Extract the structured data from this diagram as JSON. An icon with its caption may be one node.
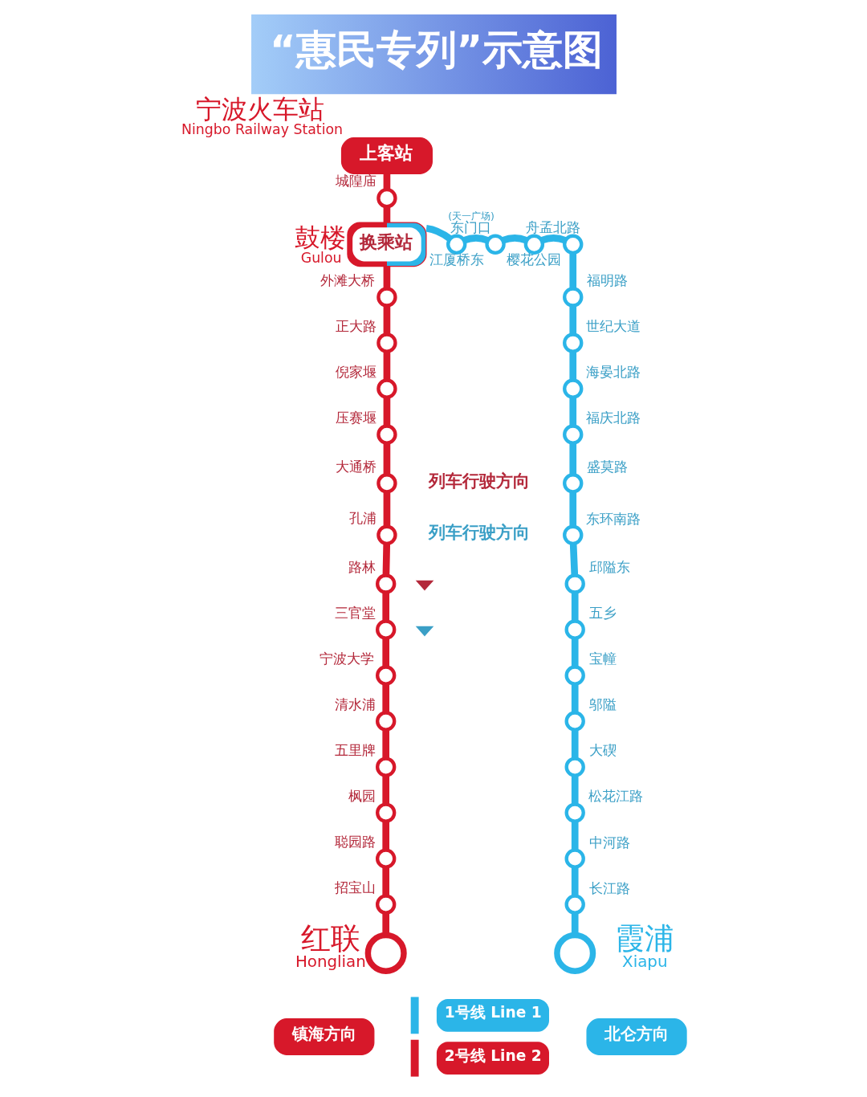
{
  "diagram": {
    "title": "“惠民专列”示意图",
    "nodes": [
      {
        "text": [
          "上客站"
        ],
        "beside": [
          "宁波火车站",
          "Ningbo Railway Station"
        ]
      },
      {
        "text": [],
        "shape": "circle",
        "beside": [
          "城隍庙"
        ]
      },
      {
        "text": [
          "换乘站"
        ],
        "beside": [
          "鼓楼",
          "Gulou"
        ]
      },
      {
        "text": [],
        "shape": "circle",
        "beside": [
          "(天一广场)",
          "东门口"
        ]
      },
      {
        "text": [],
        "shape": "circle",
        "beside": [
          "江厦桥东"
        ]
      },
      {
        "text": [],
        "shape": "circle",
        "beside": [
          "舟孟北路"
        ]
      },
      {
        "text": [],
        "shape": "circle",
        "beside": [
          "樱花公园"
        ]
      },
      {
        "text": [],
        "shape": "circle",
        "beside": [
          "外滩大桥"
        ]
      },
      {
        "text": [],
        "shape": "circle",
        "beside": [
          "正大路"
        ]
      },
      {
        "text": [],
        "shape": "circle",
        "beside": [
          "倪家堰"
        ]
      },
      {
        "text": [],
        "shape": "circle",
        "beside": [
          "压赛堰"
        ]
      },
      {
        "text": [],
        "shape": "circle",
        "beside": [
          "大通桥"
        ]
      },
      {
        "text": [],
        "shape": "circle",
        "beside": [
          "孔浦"
        ]
      },
      {
        "text": [],
        "shape": "circle",
        "beside": [
          "路林"
        ]
      },
      {
        "text": [],
        "shape": "circle",
        "beside": [
          "三官堂"
        ]
      },
      {
        "text": [],
        "shape": "circle",
        "beside": [
          "宁波大学"
        ]
      },
      {
        "text": [],
        "shape": "circle",
        "beside": [
          "清水浦"
        ]
      },
      {
        "text": [],
        "shape": "circle",
        "beside": [
          "五里牌"
        ]
      },
      {
        "text": [],
        "shape": "circle",
        "beside": [
          "枫园"
        ]
      },
      {
        "text": [],
        "shape": "circle",
        "beside": [
          "聪园路"
        ]
      },
      {
        "text": [],
        "shape": "circle",
        "beside": [
          "招宝山"
        ]
      },
      {
        "text": [],
        "shape": "circle",
        "beside": [
          "红联",
          "Honglian"
        ]
      },
      {
        "text": [
          "镇海方向"
        ]
      },
      {
        "text": [],
        "shape": "circle",
        "beside": [
          "福明路"
        ]
      },
      {
        "text": [],
        "shape": "circle",
        "beside": [
          "世纪大道"
        ]
      },
      {
        "text": [],
        "shape": "circle",
        "beside": [
          "海晏北路"
        ]
      },
      {
        "text": [],
        "shape": "circle",
        "beside": [
          "福庆北路"
        ]
      },
      {
        "text": [],
        "shape": "circle",
        "beside": [
          "盛莫路"
        ]
      },
      {
        "text": [],
        "shape": "circle",
        "beside": [
          "东环南路"
        ]
      },
      {
        "text": [],
        "shape": "circle",
        "beside": [
          "邱隘东"
        ]
      },
      {
        "text": [],
        "shape": "circle",
        "beside": [
          "五乡"
        ]
      },
      {
        "text": [],
        "shape": "circle",
        "beside": [
          "宝幢"
        ]
      },
      {
        "text": [],
        "shape": "circle",
        "beside": [
          "邬隘"
        ]
      },
      {
        "text": [],
        "shape": "circle",
        "beside": [
          "大碶"
        ]
      },
      {
        "text": [],
        "shape": "circle",
        "beside": [
          "松花江路"
        ]
      },
      {
        "text": [],
        "shape": "circle",
        "beside": [
          "中河路"
        ]
      },
      {
        "text": [],
        "shape": "circle",
        "beside": [
          "长江路"
        ]
      },
      {
        "text": [],
        "shape": "circle",
        "beside": [
          "霞浦",
          "Xiapu"
        ]
      },
      {
        "text": [
          "北仑方向"
        ]
      }
    ],
    "edges": [
      {
        "from": 0,
        "to": 1,
        "arrow": "none",
        "color": "#d7182a"
      },
      {
        "from": 1,
        "to": 2,
        "arrow": "none",
        "color": "#d7182a"
      },
      {
        "from": 2,
        "to": 7,
        "arrow": "none",
        "color": "#d7182a"
      },
      {
        "from": 7,
        "to": 8,
        "arrow": "none",
        "color": "#d7182a"
      },
      {
        "from": 8,
        "to": 9,
        "arrow": "none",
        "color": "#d7182a"
      },
      {
        "from": 9,
        "to": 10,
        "arrow": "none",
        "color": "#d7182a"
      },
      {
        "from": 10,
        "to": 11,
        "arrow": "none",
        "color": "#d7182a"
      },
      {
        "from": 11,
        "to": 12,
        "arrow": "none",
        "color": "#d7182a"
      },
      {
        "from": 12,
        "to": 13,
        "arrow": "none",
        "color": "#d7182a"
      },
      {
        "from": 13,
        "to": 14,
        "arrow": "none",
        "color": "#d7182a"
      },
      {
        "from": 14,
        "to": 15,
        "arrow": "none",
        "color": "#d7182a"
      },
      {
        "from": 15,
        "to": 16,
        "arrow": "none",
        "color": "#d7182a"
      },
      {
        "from": 16,
        "to": 17,
        "arrow": "none",
        "color": "#d7182a"
      },
      {
        "from": 17,
        "to": 18,
        "arrow": "none",
        "color": "#d7182a"
      },
      {
        "from": 18,
        "to": 19,
        "arrow": "none",
        "color": "#d7182a"
      },
      {
        "from": 19,
        "to": 20,
        "arrow": "none",
        "color": "#d7182a"
      },
      {
        "from": 20,
        "to": 21,
        "arrow": "none",
        "color": "#d7182a"
      },
      {
        "from": 2,
        "to": 3,
        "arrow": "none"
      },
      {
        "from": 3,
        "to": 4,
        "arrow": "none"
      },
      {
        "from": 4,
        "to": 5,
        "arrow": "none"
      },
      {
        "from": 5,
        "to": 6,
        "arrow": "none"
      },
      {
        "from": 6,
        "to": 23,
        "arrow": "none"
      },
      {
        "from": 23,
        "to": 24,
        "arrow": "none"
      },
      {
        "from": 24,
        "to": 25,
        "arrow": "none"
      },
      {
        "from": 25,
        "to": 26,
        "arrow": "none"
      },
      {
        "from": 26,
        "to": 27,
        "arrow": "none"
      },
      {
        "from": 27,
        "to": 28,
        "arrow": "none"
      },
      {
        "from": 28,
        "to": 29,
        "arrow": "none"
      },
      {
        "from": 29,
        "to": 30,
        "arrow": "none"
      },
      {
        "from": 30,
        "to": 31,
        "arrow": "none"
      },
      {
        "from": 31,
        "to": 32,
        "arrow": "none"
      },
      {
        "from": 32,
        "to": 33,
        "arrow": "none"
      },
      {
        "from": 33,
        "to": 34,
        "arrow": "none"
      },
      {
        "from": 34,
        "to": 35,
        "arrow": "none"
      },
      {
        "from": 35,
        "to": 36,
        "arrow": "none"
      },
      {
        "from": 36,
        "to": 37,
        "arrow": "none"
      }
    ],
    "labels": [
      "列车行驶方向",
      "列车行驶方向"
    ],
    "legend": [
      {
        "text": "1号线 Line 1",
        "color": "#2bb5e8"
      },
      {
        "text": "2号线 Line 2",
        "color": "#d7182a"
      }
    ]
  }
}
